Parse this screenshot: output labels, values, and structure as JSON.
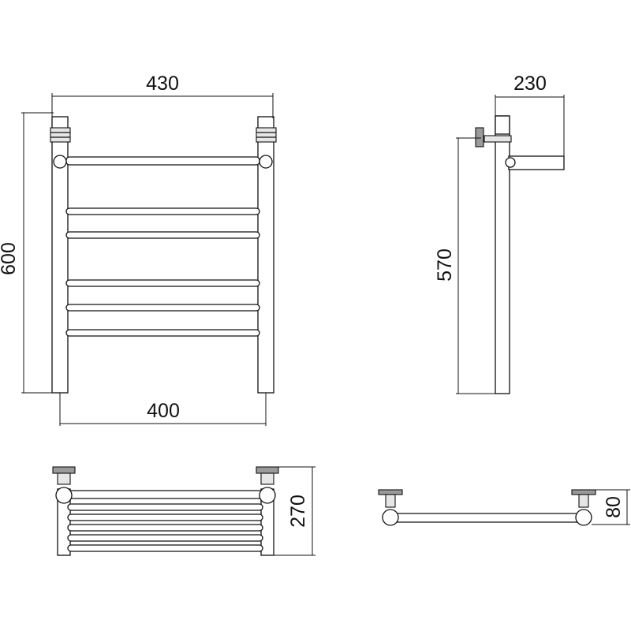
{
  "front_view": {
    "overall_width": "430",
    "inner_width": "400",
    "height": "600"
  },
  "side_view": {
    "depth": "230",
    "mount_height": "570"
  },
  "bottom_view": {
    "depth": "270"
  },
  "top_view": {
    "offset": "80"
  }
}
